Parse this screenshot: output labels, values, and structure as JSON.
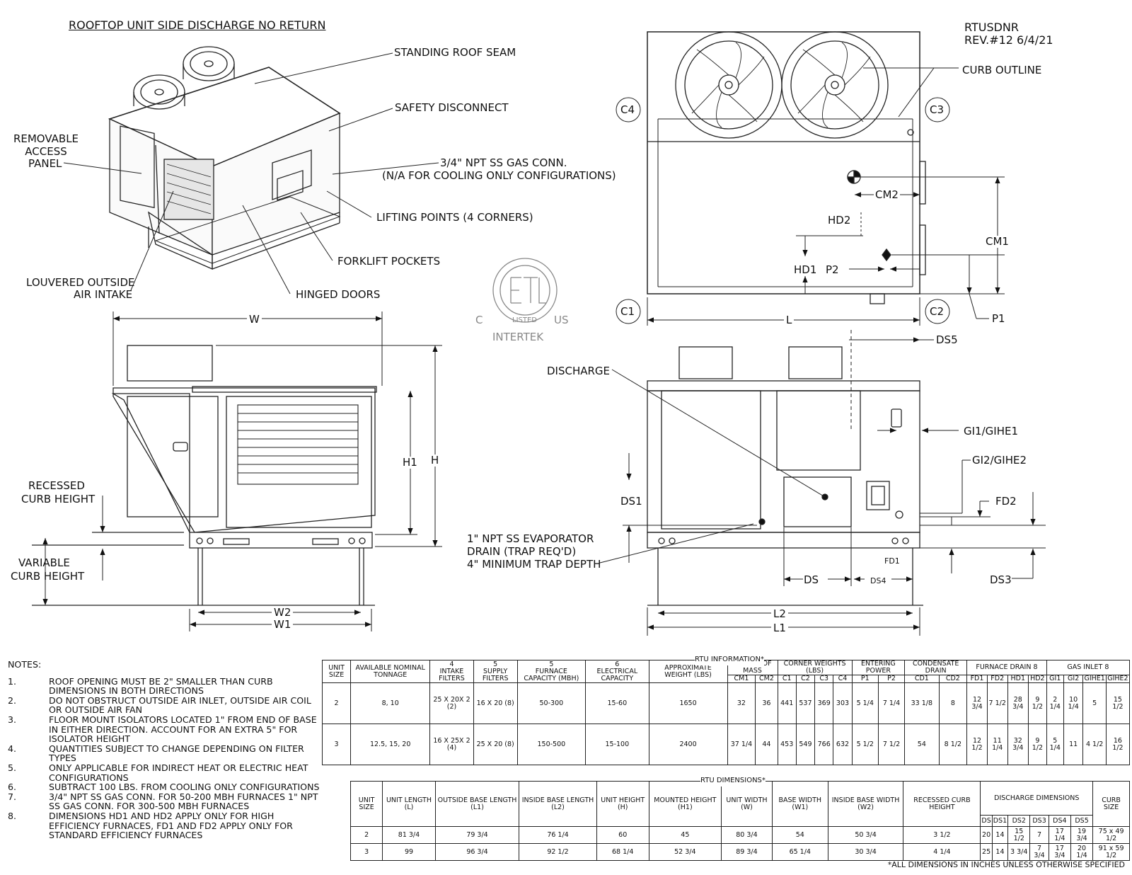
{
  "title": "ROOFTOP UNIT SIDE DISCHARGE NO RETURN",
  "doc_id": "RTUSDNR",
  "revision": "REV.#12 6/4/21",
  "callouts": {
    "standing_roof_seam": "STANDING ROOF SEAM",
    "safety_disconnect": "SAFETY DISCONNECT",
    "gas_conn": "3/4\" NPT SS GAS CONN.",
    "gas_conn_note": "(N/A FOR COOLING ONLY CONFIGURATIONS)",
    "lifting_points": "LIFTING POINTS (4 CORNERS)",
    "forklift_pockets": "FORKLIFT POCKETS",
    "hinged_doors": "HINGED DOORS",
    "removable_access_panel": [
      "REMOVABLE",
      "ACCESS",
      "PANEL"
    ],
    "louvered_intake": [
      "LOUVERED OUTSIDE",
      "AIR INTAKE"
    ],
    "recessed_curb_height": [
      "RECESSED",
      "CURB HEIGHT"
    ],
    "variable_curb_height": [
      "VARIABLE",
      "CURB HEIGHT"
    ],
    "curb_outline": "CURB OUTLINE",
    "discharge": "DISCHARGE",
    "evap_drain": [
      "1\" NPT SS EVAPORATOR",
      "DRAIN (TRAP REQ'D)",
      "4\" MINIMUM TRAP DEPTH"
    ]
  },
  "dims": {
    "W": "W",
    "H": "H",
    "H1": "H1",
    "W1": "W1",
    "W2": "W2",
    "L": "L",
    "L1": "L1",
    "L2": "L2",
    "CM1": "CM1",
    "CM2": "CM2",
    "HD1": "HD1",
    "HD2": "HD2",
    "P1": "P1",
    "P2": "P2",
    "DS": "DS",
    "DS1": "DS1",
    "DS3": "DS3",
    "DS4": "DS4",
    "DS5": "DS5",
    "FD1": "FD1",
    "FD2": "FD2",
    "GI1": "GI1/GIHE1",
    "GI2": "GI2/GIHE2"
  },
  "corners": {
    "c1": "C1",
    "c2": "C2",
    "c3": "C3",
    "c4": "C4"
  },
  "cert": {
    "c": "C",
    "listed": "LISTED",
    "us": "US",
    "intertek": "INTERTEK"
  },
  "notes_header": "NOTES:",
  "notes": [
    {
      "n": "1.",
      "t": "ROOF OPENING MUST BE 2\" SMALLER THAN CURB DIMENSIONS IN BOTH DIRECTIONS"
    },
    {
      "n": "2.",
      "t": "DO NOT OBSTRUCT OUTSIDE AIR INLET, OUTSIDE AIR COIL OR OUTSIDE AIR FAN"
    },
    {
      "n": "3.",
      "t": "FLOOR MOUNT ISOLATORS LOCATED 1\" FROM END OF BASE IN EITHER DIRECTION. ACCOUNT FOR AN EXTRA 5\" FOR ISOLATOR HEIGHT"
    },
    {
      "n": "4.",
      "t": "QUANTITIES SUBJECT TO CHANGE DEPENDING ON FILTER TYPES"
    },
    {
      "n": "5.",
      "t": "ONLY APPLICABLE FOR INDIRECT HEAT OR ELECTRIC HEAT CONFIGURATIONS"
    },
    {
      "n": "6.",
      "t": "SUBTRACT 100 LBS. FROM COOLING ONLY CONFIGURATIONS"
    },
    {
      "n": "7.",
      "t": "3/4\" NPT SS GAS CONN. FOR 50-200 MBH FURNACES 1\" NPT SS GAS CONN. FOR 300-500 MBH FURNACES"
    },
    {
      "n": "8.",
      "t": "DIMENSIONS HD1 AND HD2 APPLY ONLY FOR HIGH EFFICIENCY FURNACES, FD1 AND FD2 APPLY ONLY FOR STANDARD EFFICIENCY FURNACES"
    }
  ],
  "rtu_info": {
    "caption": "RTU INFORMATION*",
    "h": {
      "unit_size": "UNIT SIZE",
      "tonnage": "AVAILABLE NOMINAL TONNAGE",
      "intake": "INTAKE FILTERS",
      "supply": "SUPPLY FILTERS",
      "furnace": "FURNACE CAPACITY (MBH)",
      "electrical": "ELECTRICAL CAPACITY",
      "weight": "APPROXIMATE WEIGHT (LBS)",
      "com": "CENTER OF MASS",
      "corner": "CORNER WEIGHTS (LBS)",
      "power": "ENTERING POWER",
      "cond": "CONDENSATE DRAIN",
      "fdrain": "FURNACE DRAIN",
      "gas": "GAS INLET"
    },
    "sub": [
      "CM1",
      "CM2",
      "C1",
      "C2",
      "C3",
      "C4",
      "P1",
      "P2",
      "CD1",
      "CD2",
      "FD1",
      "FD2",
      "HD1",
      "HD2",
      "GI1",
      "GI2",
      "GIHE1",
      "GIHE2"
    ],
    "marks": {
      "intake": "4",
      "supply": "5",
      "furnace": "5",
      "electrical": "6",
      "fdrain": "8",
      "gas": "8"
    },
    "rows": [
      [
        "2",
        "8, 10",
        "25 X 20X 2 (2)",
        "16 X 20 (8)",
        "50-300",
        "15-60",
        "1650",
        "32",
        "36",
        "441",
        "537",
        "369",
        "303",
        "5 1/4",
        "7 1/4",
        "33 1/8",
        "8",
        "12 3/4",
        "7 1/2",
        "28 3/4",
        "9 1/2",
        "2 1/4",
        "10 1/4",
        "5",
        "15 1/2"
      ],
      [
        "3",
        "12.5, 15, 20",
        "16 X 25X 2 (4)",
        "25 X 20 (8)",
        "150-500",
        "15-100",
        "2400",
        "37 1/4",
        "44",
        "453",
        "549",
        "766",
        "632",
        "5 1/2",
        "7 1/2",
        "54",
        "8 1/2",
        "12 1/2",
        "11 1/4",
        "32 3/4",
        "9 1/2",
        "5 1/4",
        "11",
        "4 1/2",
        "16 1/2"
      ]
    ]
  },
  "rtu_dims": {
    "caption": "RTU DIMENSIONS*",
    "h": [
      "UNIT SIZE",
      "UNIT LENGTH (L)",
      "OUTSIDE BASE LENGTH (L1)",
      "INSIDE BASE LENGTH (L2)",
      "UNIT HEIGHT (H)",
      "MOUNTED HEIGHT (H1)",
      "UNIT WIDTH (W)",
      "BASE WIDTH (W1)",
      "INSIDE BASE WIDTH (W2)",
      "RECESSED CURB HEIGHT"
    ],
    "discharge": "DISCHARGE DIMENSIONS",
    "dsub": [
      "DS",
      "DS1",
      "DS2",
      "DS3",
      "DS4",
      "DS5"
    ],
    "curb": "CURB SIZE",
    "rows": [
      [
        "2",
        "81 3/4",
        "79 3/4",
        "76 1/4",
        "60",
        "45",
        "80 3/4",
        "54",
        "50 3/4",
        "3 1/2",
        "20",
        "14",
        "15 1/2",
        "7",
        "17 1/4",
        "19 3/4",
        "75 x 49 1/2"
      ],
      [
        "3",
        "99",
        "96 3/4",
        "92 1/2",
        "68 1/4",
        "52 3/4",
        "89 3/4",
        "65 1/4",
        "30 3/4",
        "4 1/4",
        "25",
        "14",
        "3 3/4",
        "7 3/4",
        "17 3/4",
        "20 1/4",
        "91 x 59 1/2"
      ]
    ]
  },
  "footnote": "*ALL DIMENSIONS IN INCHES UNLESS OTHERWISE SPECIFIED"
}
